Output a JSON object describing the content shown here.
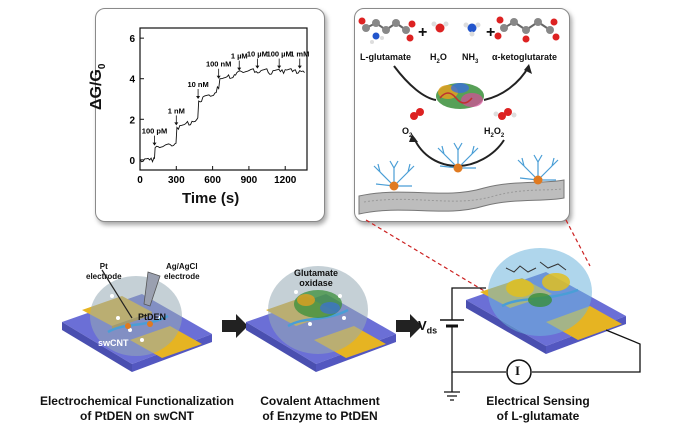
{
  "chart_data": {
    "type": "line",
    "xlabel": "Time (s)",
    "ylabel": "ΔG/G",
    "ylabel_sub": "0",
    "xlim": [
      0,
      1380
    ],
    "ylim": [
      -0.5,
      6.5
    ],
    "xticks": [
      0,
      300,
      600,
      900,
      1200
    ],
    "yticks": [
      0,
      2,
      4,
      6
    ],
    "series": [
      {
        "x": [
          0,
          40,
          80,
          115,
          125,
          150,
          200,
          250,
          290,
          305,
          330,
          380,
          430,
          470,
          485,
          520,
          570,
          620,
          640,
          660,
          720,
          780,
          800,
          840,
          900,
          960,
          1000,
          1060,
          1100,
          1160,
          1200,
          1260,
          1320,
          1360
        ],
        "y": [
          0.0,
          0.05,
          0.0,
          0.1,
          0.6,
          0.65,
          0.7,
          0.75,
          0.8,
          1.6,
          1.7,
          1.8,
          1.9,
          2.0,
          2.9,
          3.1,
          3.2,
          3.3,
          3.6,
          4.0,
          4.1,
          4.2,
          4.3,
          4.35,
          4.4,
          4.35,
          4.4,
          4.3,
          4.4,
          4.35,
          4.45,
          4.35,
          4.4,
          4.3
        ]
      }
    ],
    "annotations": [
      {
        "label": "100 pM",
        "x": 120,
        "y": 0.6
      },
      {
        "label": "1 nM",
        "x": 300,
        "y": 1.6
      },
      {
        "label": "10 nM",
        "x": 480,
        "y": 2.9
      },
      {
        "label": "100 nM",
        "x": 650,
        "y": 3.9
      },
      {
        "label": "1 µM",
        "x": 820,
        "y": 4.3
      },
      {
        "label": "10 µM",
        "x": 970,
        "y": 4.4
      },
      {
        "label": "100 µM",
        "x": 1150,
        "y": 4.4
      },
      {
        "label": "1 mM",
        "x": 1320,
        "y": 4.4
      }
    ]
  },
  "reaction": {
    "reactant1": "L-glutamate",
    "reactant2": "H",
    "reactant2_sub": "2",
    "reactant2_end": "O",
    "reactant3": "NH",
    "reactant3_sub": "3",
    "product": "α-ketoglutarate",
    "plus": "+",
    "o2": "O",
    "o2_sub": "2",
    "h2o2_a": "H",
    "h2o2_sub1": "2",
    "h2o2_b": "O",
    "h2o2_sub2": "2"
  },
  "steps": [
    {
      "caption_line1": "Electrochemical Functionalization",
      "caption_line2": "of PtDEN on swCNT"
    },
    {
      "caption_line1": "Covalent Attachment",
      "caption_line2": "of Enzyme to PtDEN"
    },
    {
      "caption_line1": "Electrical Sensing",
      "caption_line2": "of L-glutamate"
    }
  ],
  "labels": {
    "pt_electrode_1": "Pt",
    "pt_electrode_2": "electrode",
    "agagcl_1": "Ag/AgCl",
    "agagcl_2": "electrode",
    "ptden": "PtDEN",
    "swcnt": "swCNT",
    "glutamate_oxidase_1": "Glutamate",
    "glutamate_oxidase_2": "oxidase",
    "vds": "V",
    "vds_sub": "ds",
    "current": "I"
  },
  "colors": {
    "substrate": "#6b6fd6",
    "substrate_dark": "#4a4fb0",
    "electrode": "#e6b422",
    "electrode_dark": "#b88a10",
    "droplet": "rgba(150,170,180,0.55)",
    "droplet_blue": "rgba(110,180,220,0.55)",
    "dashed": "#cc2222",
    "arrow": "#222222"
  }
}
